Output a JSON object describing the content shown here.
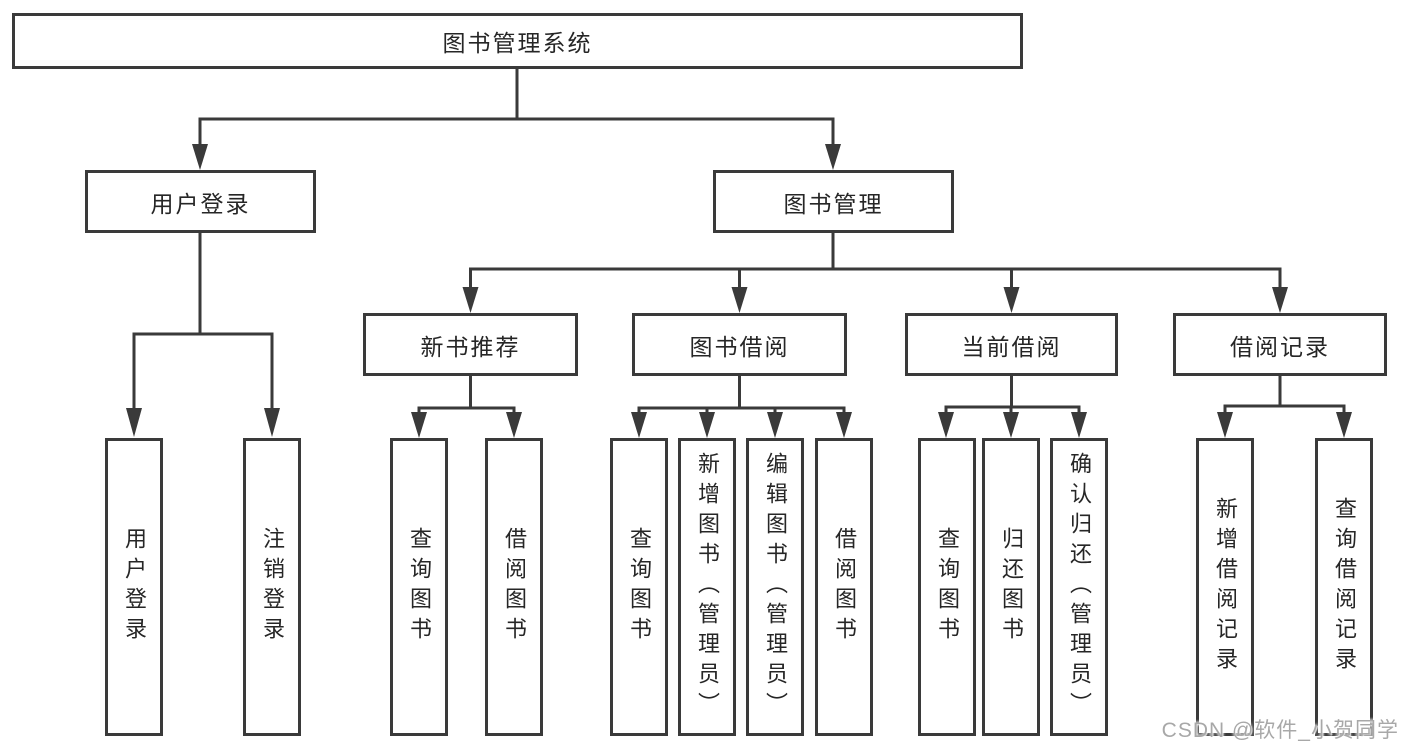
{
  "diagram": {
    "root": {
      "label": "图书管理系统"
    },
    "branches": [
      {
        "label": "用户登录",
        "children": [
          {
            "label": "用户登录"
          },
          {
            "label": "注销登录"
          }
        ]
      },
      {
        "label": "图书管理",
        "modules": [
          {
            "label": "新书推荐",
            "children": [
              {
                "label": "查询图书"
              },
              {
                "label": "借阅图书"
              }
            ]
          },
          {
            "label": "图书借阅",
            "children": [
              {
                "label": "查询图书"
              },
              {
                "label": "新增图书（管理员）"
              },
              {
                "label": "编辑图书（管理员）"
              },
              {
                "label": "借阅图书"
              }
            ]
          },
          {
            "label": "当前借阅",
            "children": [
              {
                "label": "查询图书"
              },
              {
                "label": "归还图书"
              },
              {
                "label": "确认归还（管理员）"
              }
            ]
          },
          {
            "label": "借阅记录",
            "children": [
              {
                "label": "新增借阅记录"
              },
              {
                "label": "查询借阅记录"
              }
            ]
          }
        ]
      }
    ]
  },
  "watermark": {
    "text": "CSDN @软件_小贺同学"
  },
  "colors": {
    "line": "#3a3a3a",
    "text": "#262626",
    "background": "#ffffff",
    "watermark": "#a8a8a8"
  }
}
